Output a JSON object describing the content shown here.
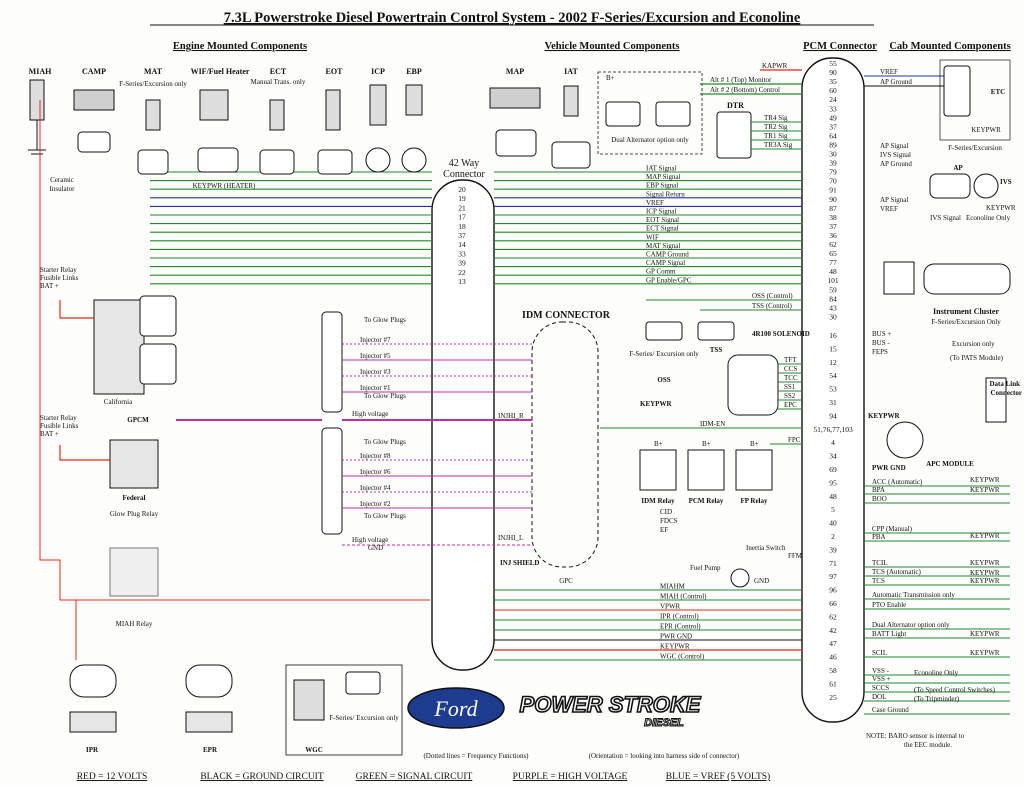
{
  "title": "7.3L Powerstroke Diesel Powertrain Control System - 2002 F-Series/Excursion and Econoline",
  "headers": {
    "engine": "Engine Mounted Components",
    "vehicle": "Vehicle Mounted Components",
    "pcm": "PCM Connector",
    "cab": "Cab Mounted Components"
  },
  "engine_components": {
    "miah": "MIAH",
    "camp": "CAMP",
    "mat": "MAT",
    "mat_note": "F-Series/Excursion only",
    "wif": "WIF/Fuel Heater",
    "ect": "ECT",
    "ect_note": "Manual Trans. only",
    "eot": "EOT",
    "icp": "ICP",
    "ebp": "EBP",
    "keypwr_heater": "KEYPWR (HEATER)",
    "ceramic": "Ceramic Insulator"
  },
  "vehicle_components": {
    "map": "MAP",
    "iat": "IAT",
    "bplus": "B+",
    "alternator": "Dual Alternator option only",
    "alt1": "Alt # 1 (Top) Monitor",
    "alt2": "Alt # 2 (Bottom) Control",
    "kapwr": "KAPWR",
    "dtr": "DTR",
    "tr4": "TR4 Sig",
    "tr2": "TR2 Sig",
    "tr1": "TR1 Sig",
    "tr3a": "TR3A Sig"
  },
  "connector42": {
    "label": "42 Way Connector"
  },
  "idm": {
    "label": "IDM CONNECTOR",
    "inj_shield": "INJ SHIELD",
    "gpc": "GPC",
    "injhi_r": "INJHI_R",
    "injhi_l": "INJHI_L",
    "gnd": "GND"
  },
  "signals_mid": [
    "IAT Signal",
    "MAP Signal",
    "EBP Signal",
    "Signal Return",
    "VREF",
    "ICP Signal",
    "EOT Signal",
    "ECT Signal",
    "WIF",
    "MAT Signal",
    "CAMP Ground",
    "CAMP Signal",
    "GP Comm",
    "GP Enable/GPC"
  ],
  "pins42_top": [
    "20",
    "19",
    "21",
    "17",
    "18",
    "37",
    "14",
    "33",
    "39",
    "22",
    "13"
  ],
  "pins_pcm_top": [
    "55",
    "90",
    "35",
    "60",
    "24",
    "33",
    "49",
    "37",
    "64",
    "89",
    "30",
    "39",
    "79",
    "70",
    "91",
    "90",
    "87",
    "38",
    "37",
    "36",
    "62",
    "65",
    "77",
    "48",
    "101",
    "59",
    "84",
    "43",
    "30"
  ],
  "pcm_bottom_pins": [
    "16",
    "15",
    "12",
    "54",
    "53",
    "31",
    "94",
    "51,76,77,103",
    "4",
    "34",
    "69",
    "95",
    "48",
    "5",
    "40",
    "2",
    "39",
    "71",
    "97",
    "96",
    "66",
    "62",
    "42",
    "47",
    "46",
    "58",
    "61",
    "25"
  ],
  "oss": {
    "oss_control": "OSS (Control)",
    "tss_control": "TSS (Control)",
    "oss": "OSS",
    "tss": "TSS",
    "fseries": "F-Series/ Excursion only",
    "solenoid": "4R100 SOLENOID",
    "tft": "TFT",
    "ccs": "CCS",
    "tcc": "TCC",
    "ss1": "SS1",
    "ss2": "SS2",
    "epc": "EPC"
  },
  "glow": {
    "to_glow_plugs": "To Glow Plugs",
    "high_voltage": "High voltage",
    "injectors": [
      "Injector #7",
      "Injector #5",
      "Injector #3",
      "Injector #1",
      "Injector #8",
      "Injector #6",
      "Injector #4",
      "Injector #2"
    ],
    "gpcm": "GPCM",
    "california": "California",
    "federal": "Federal",
    "glow_relay": "Glow Plug Relay",
    "miah_relay": "MIAH Relay",
    "starter1": "Starter Relay Fusible Links BAT +",
    "starter2": "Starter Relay Fusible Links BAT +"
  },
  "relays": {
    "keypwr": "KEYPWR",
    "idm_en": "IDM-EN",
    "fpc": "FPC",
    "idm_relay": "IDM Relay",
    "pcm_relay": "PCM Relay",
    "fp_relay": "FP Relay",
    "bplus": "B+",
    "fuel_pump": "Fuel Pump",
    "inertia": "Inertia Switch",
    "gnd": "GND",
    "ffm": "FFM",
    "cid": "CID",
    "fdcs": "FDCS",
    "ef": "EF"
  },
  "lower_signals": [
    "MIAHM",
    "MIAH (Control)",
    "VPWR",
    "IPR (Control)",
    "EPR (Control)",
    "PWR GND",
    "KEYPWR",
    "WGC (Control)"
  ],
  "cab": {
    "vref": "VREF",
    "ap_ground": "AP Ground",
    "etc": "ETC",
    "keypwr": "KEYPWR",
    "fseries": "F-Series/Excursion",
    "ap_signal": "AP Signal",
    "ivs_signal": "IVS Signal",
    "ap": "AP",
    "ivs": "IVS",
    "econoline_only": "Econoline Only",
    "cluster": "Instrument Cluster",
    "cluster_note": "F-Series/Excursion Only",
    "bus_plus": "BUS +",
    "bus_minus": "BUS -",
    "feps": "FEPS",
    "excursion_only": "Excursion only",
    "pats": "(To PATS Module)",
    "dlc": "Data Link Connector",
    "apc": "APC MODULE",
    "pwr_gnd": "PWR GND",
    "acc": "ACC (Automatic)",
    "bpa": "BPA",
    "boo": "BOO",
    "cpp": "CPP (Manual)",
    "pba": "PBA",
    "tcil": "TCIL",
    "tcs_auto": "TCS (Automatic)",
    "tcs": "TCS",
    "at_only": "Automatic Transmission only",
    "pto": "PTO Enable",
    "dual_alt": "Dual Alternator option only",
    "batt": "BATT Light",
    "scil": "SCIL",
    "vss_minus": "VSS -",
    "vss_plus": "VSS +",
    "sccs": "SCCS",
    "dol": "DOL",
    "case_ground": "Case Ground",
    "econoline": "Econoline Only",
    "speed_ctrl": "(To Speed Control Switches)",
    "tripminder": "(To Tripminder)"
  },
  "wgc": {
    "label": "WGC",
    "note": "F-Series/ Excursion only"
  },
  "actuators": {
    "ipr": "IPR",
    "epr": "EPR"
  },
  "logos": {
    "ford": "Ford",
    "powerstroke": "POWER STROKE",
    "diesel": "DIESEL"
  },
  "notes": {
    "dotted": "(Dotted lines = Frequency Functions)",
    "orientation": "(Orientation = looking into harness side of connector)",
    "baro": "NOTE:  BARO sensor is internal to the EEC module."
  },
  "legend": [
    {
      "label": "RED = 12 VOLTS",
      "color": "#e02a1b"
    },
    {
      "label": "BLACK = GROUND CIRCUIT",
      "color": "#111111"
    },
    {
      "label": "GREEN = SIGNAL CIRCUIT",
      "color": "#1f8a2b"
    },
    {
      "label": "PURPLE = HIGH VOLTAGE",
      "color": "#c02ea0"
    },
    {
      "label": "BLUE = VREF (5 VOLTS)",
      "color": "#2233aa"
    }
  ]
}
